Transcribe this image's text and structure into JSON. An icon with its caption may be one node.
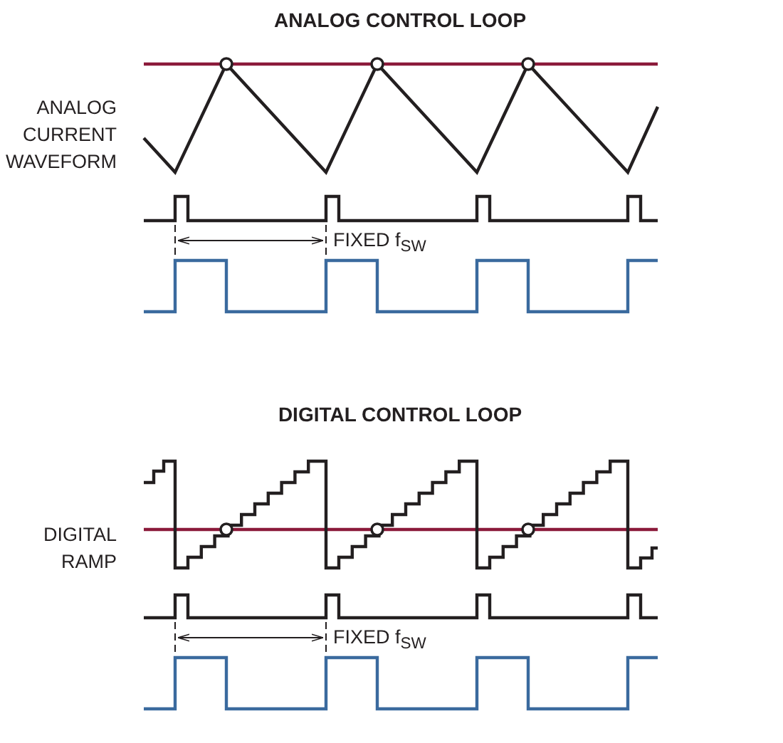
{
  "diagram": {
    "labels": [
      "ANALOG CONTROL LOOP",
      "ANALOG CURRENT WAVEFORM",
      "FIXED f$_{SW}$",
      "DIGITAL CONTROL LOOP",
      "DIGITAL RAMP",
      "FIXED f$_{SW}$"
    ]
  }
}
